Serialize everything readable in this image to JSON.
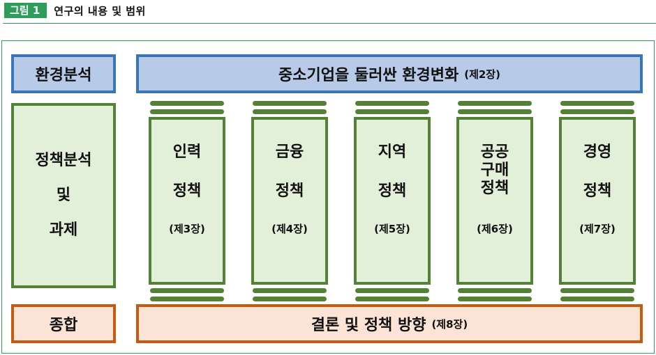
{
  "figure": {
    "badge": "그림 1",
    "title": "연구의 내용 및 범위"
  },
  "rows": {
    "environment": {
      "label": "환경분석",
      "content": "중소기업을 둘러싼 환경변화",
      "chapter": "(제2장)"
    },
    "policy": {
      "label_line1": "정책분석",
      "label_line2": "및",
      "label_line3": "과제"
    },
    "synthesis": {
      "label": "종합",
      "content": "결론 및 정책 방향",
      "chapter": "(제8장)"
    }
  },
  "pillars": [
    {
      "line1": "인력",
      "line2": "정책",
      "chapter": "(제3장)"
    },
    {
      "line1": "금융",
      "line2": "정책",
      "chapter": "(제4장)"
    },
    {
      "line1": "지역",
      "line2": "정책",
      "chapter": "(제5장)"
    },
    {
      "line1": "공공",
      "line1b": "구매",
      "line2": "정책",
      "chapter": "(제6장)"
    },
    {
      "line1": "경영",
      "line2": "정책",
      "chapter": "(제7장)"
    }
  ],
  "colors": {
    "accent_green": "#2e9c5a",
    "blue_border": "#3a74b9",
    "blue_fill": "#b7cbe8",
    "green_border": "#538135",
    "green_fill": "#e2efd9",
    "orange_border": "#c55a11",
    "orange_fill": "#fbe4d5"
  }
}
